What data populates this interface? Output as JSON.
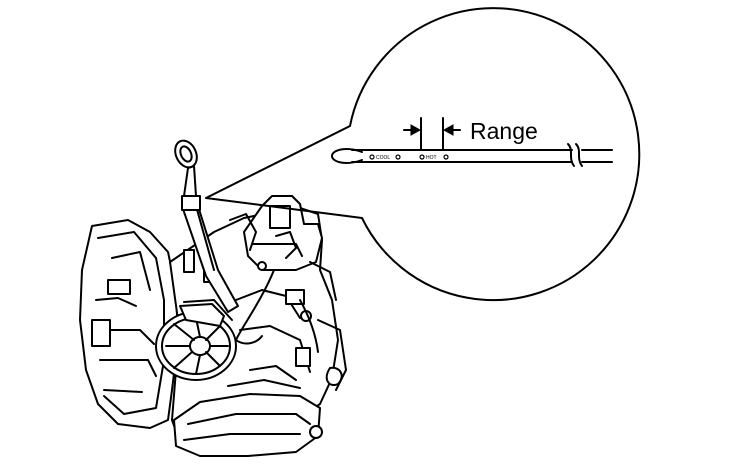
{
  "diagram": {
    "callout": {
      "range_label": "Range",
      "cool_mark": "COOL",
      "hot_mark": "HOT"
    },
    "colors": {
      "line": "#000000",
      "background": "#ffffff"
    }
  }
}
